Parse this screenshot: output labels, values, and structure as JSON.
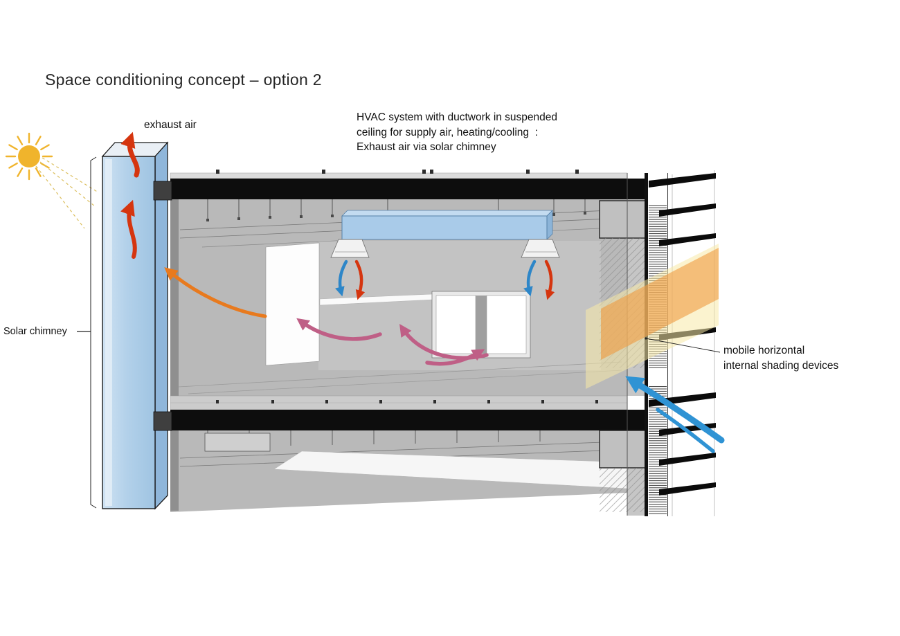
{
  "title": "Space conditioning concept – option 2",
  "labels": {
    "exhaust_air": "exhaust air",
    "solar_chimney": "Solar chimney",
    "hvac_note_lines": [
      "HVAC system with ductwork in suspended",
      "ceiling for supply air, heating/cooling  :",
      "Exhaust air via solar chimney"
    ],
    "shading_note_lines": [
      "mobile horizontal",
      "internal shading devices"
    ]
  },
  "icons": {
    "sun": "sun-icon",
    "solar_chimney": "solar-chimney-box",
    "sun_beam": "sun-beam",
    "shading_fins": "external-shading-fins"
  },
  "colors": {
    "sun_yellow": "#f0b42c",
    "chimney_blue": "#b3d1ea",
    "duct_blue": "#a9cbe9",
    "exhaust_red": "#d5350f",
    "supply_blue": "#2d86c8",
    "intake_blue": "#2f93d4",
    "room_air_pink": "#bf5f86",
    "exhaust_orange": "#e87a1e",
    "beam_orange": "#ef9c44",
    "beam_yellow": "#f7e9a8",
    "building_gray": "#b9b9b9",
    "slab_black": "#0d0d0d"
  }
}
